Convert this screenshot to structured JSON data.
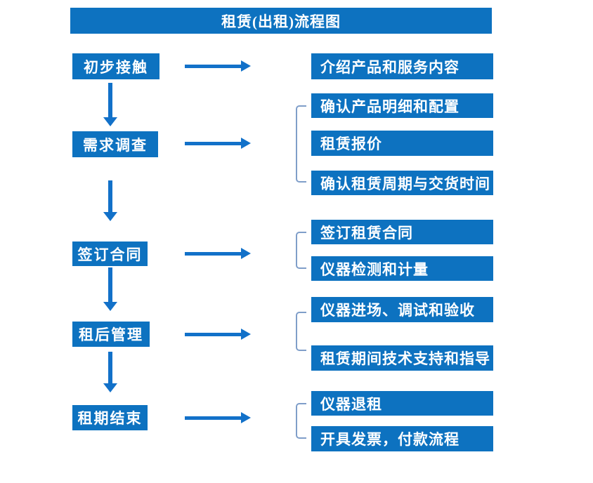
{
  "title": "租赁(出租)流程图",
  "colors": {
    "box_blue": "#0d72c0",
    "arrow_blue": "#1271c9",
    "bracket_blue": "#7f9ec9",
    "text_white": "#ffffff",
    "background": "#ffffff"
  },
  "stages": [
    {
      "label": "初步接触",
      "outputs": [
        "介绍产品和服务内容"
      ]
    },
    {
      "label": "需求调查",
      "outputs": [
        "确认产品明细和配置",
        "租赁报价",
        "确认租赁周期与交货时间"
      ]
    },
    {
      "label": "签订合同",
      "outputs": [
        "签订租赁合同",
        "仪器检测和计量"
      ]
    },
    {
      "label": "租后管理",
      "outputs": [
        "仪器进场、调试和验收",
        "租赁期间技术支持和指导"
      ]
    },
    {
      "label": "租期结束",
      "outputs": [
        "仪器退租",
        "开具发票，付款流程"
      ]
    }
  ]
}
